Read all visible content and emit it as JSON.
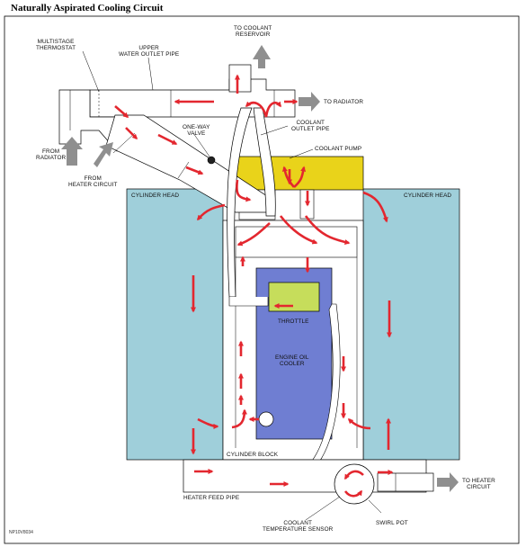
{
  "title": "Naturally Aspirated Cooling Circuit",
  "colors": {
    "cylinder_head": "#9fcfda",
    "engine_oil_cooler": "#6f7ed2",
    "throttle": "#c6dd5b",
    "coolant_pump": "#e9d31a",
    "flow_arrow": "#e3272f",
    "external_arrow": "#8f8f8f"
  },
  "labels": {
    "multistage_thermostat": [
      "MULTISTAGE",
      "THERMOSTAT"
    ],
    "upper_water_outlet_pipe": [
      "UPPER",
      "WATER OUTLET PIPE"
    ],
    "to_coolant_reservoir": [
      "TO COOLANT",
      "RESERVOIR"
    ],
    "to_radiator": "TO RADIATOR",
    "coolant_outlet_pipe": [
      "COOLANT",
      "OUTLET PIPE"
    ],
    "one_way_valve": [
      "ONE-WAY",
      "VALVE"
    ],
    "from_radiator": [
      "FROM",
      "RADIATOR"
    ],
    "from_heater_circuit": [
      "FROM",
      "HEATER CIRCUIT"
    ],
    "coolant_pump": "COOLANT PUMP",
    "cylinder_head_left": "CYLINDER HEAD",
    "cylinder_head_right": "CYLINDER HEAD",
    "throttle": "THROTTLE",
    "engine_oil_cooler": [
      "ENGINE OIL",
      "COOLER"
    ],
    "cylinder_block": "CYLINDER BLOCK",
    "heater_feed_pipe": "HEATER FEED PIPE",
    "to_heater_circuit": [
      "TO HEATER",
      "CIRCUIT"
    ],
    "coolant_temperature_sensor": [
      "COOLANT",
      "TEMPERATURE SENSOR"
    ],
    "swirl_pot": "SWIRL POT"
  },
  "figure_ref": "NP10V8034"
}
